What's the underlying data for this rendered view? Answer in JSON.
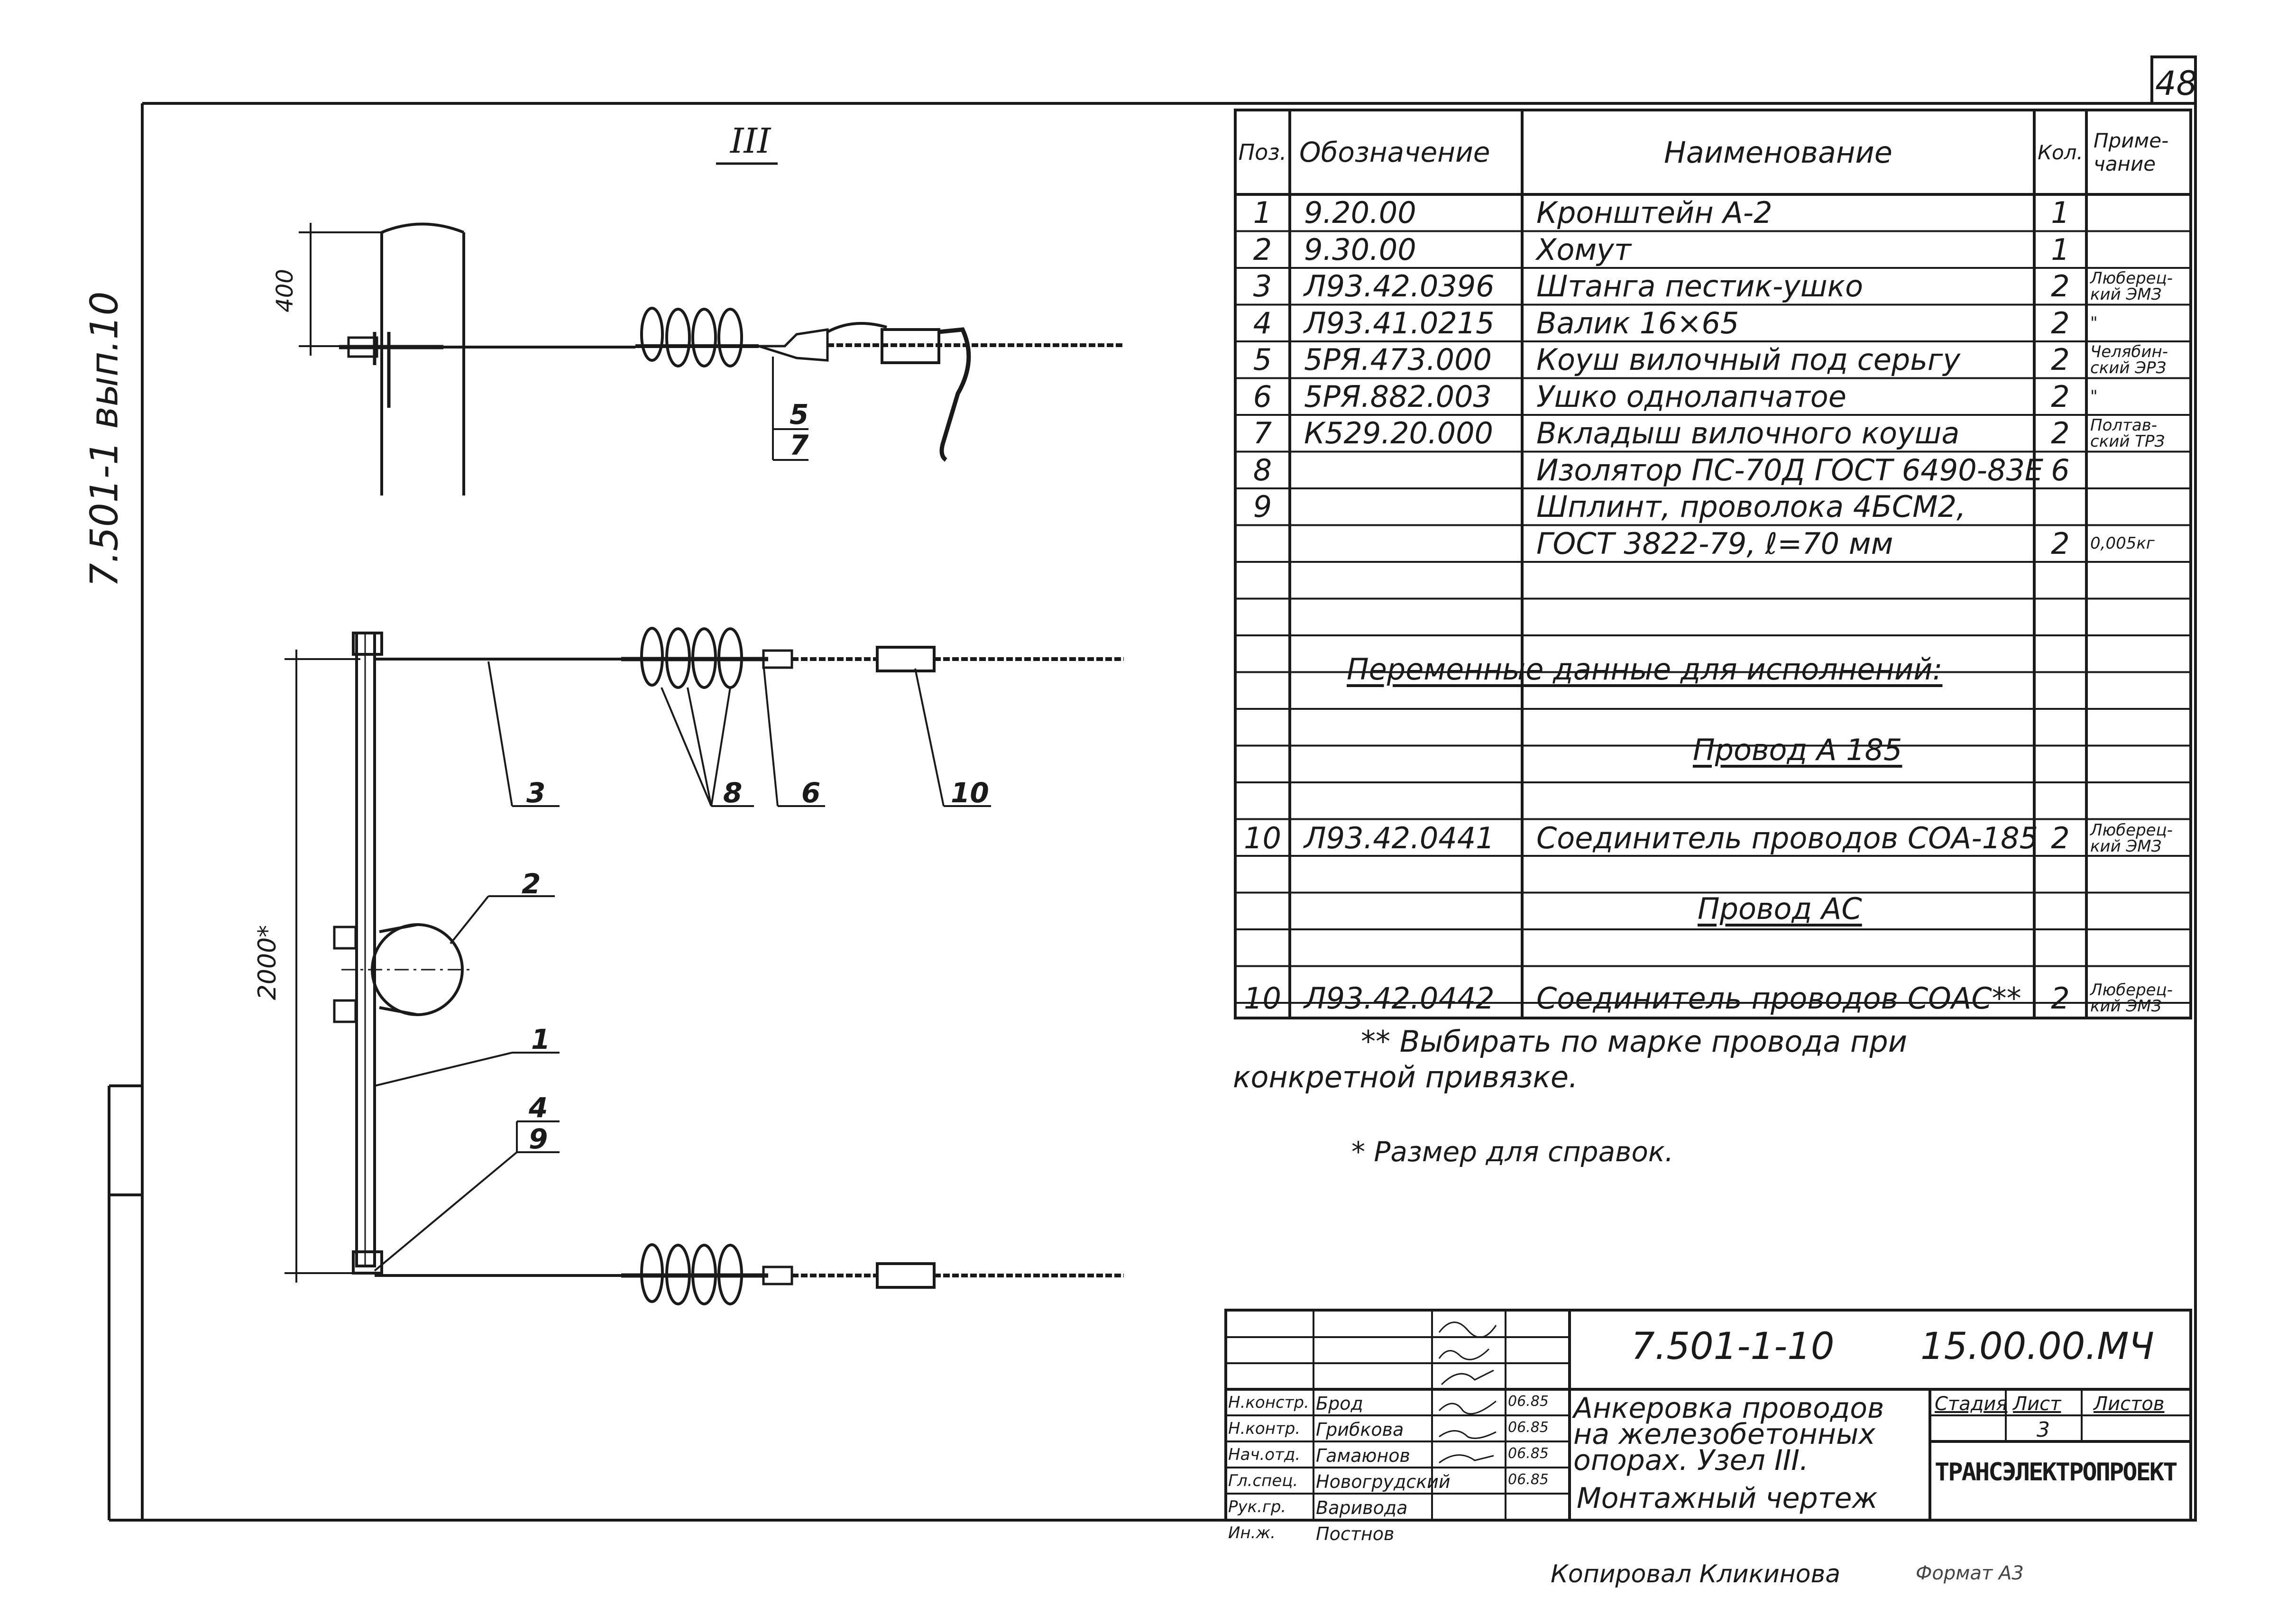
{
  "sheet_corner_number": "48",
  "side_code": "7.501-1 вып.10",
  "node_title": "III",
  "dims": {
    "d400": "400",
    "d2000": "2000*"
  },
  "callouts": {
    "c1": "1",
    "c2": "2",
    "c3": "3",
    "c4": "4",
    "c5": "5",
    "c6": "6",
    "c7": "7",
    "c8": "8",
    "c9": "9",
    "c10": "10"
  },
  "table": {
    "headers": {
      "pos": "Поз.",
      "des": "Обозначение",
      "name": "Наименование",
      "qty": "Кол.",
      "note": "Приме-чание"
    },
    "rows": [
      {
        "pos": "1",
        "des": "9.20.00",
        "name": "Кронштейн А-2",
        "qty": "1",
        "note": ""
      },
      {
        "pos": "2",
        "des": "9.30.00",
        "name": "Хомут",
        "qty": "1",
        "note": ""
      },
      {
        "pos": "3",
        "des": "Л93.42.0396",
        "name": "Штанга пестик-ушко",
        "qty": "2",
        "note": "Люберец-кий ЭМЗ"
      },
      {
        "pos": "4",
        "des": "Л93.41.0215",
        "name": "Валик 16×65",
        "qty": "2",
        "note": "\""
      },
      {
        "pos": "5",
        "des": "5РЯ.473.000",
        "name": "Коуш вилочный под серьгу",
        "qty": "2",
        "note": "Челябин-ский ЭРЗ"
      },
      {
        "pos": "6",
        "des": "5РЯ.882.003",
        "name": "Ушко однолапчатое",
        "qty": "2",
        "note": "\""
      },
      {
        "pos": "7",
        "des": "К529.20.000",
        "name": "Вкладыш вилочного коуша",
        "qty": "2",
        "note": "Полтав-ский ТРЗ"
      },
      {
        "pos": "8",
        "des": "",
        "name": "Изолятор ПС-70Д ГОСТ 6490-83Е",
        "qty": "6",
        "note": ""
      },
      {
        "pos": "9",
        "des": "",
        "name": "Шплинт, проволока 4БСМ2,",
        "qty": "",
        "note": ""
      },
      {
        "pos": "",
        "des": "",
        "name": "ГОСТ 3822-79, ℓ=70 мм",
        "qty": "2",
        "note": "0,005кг"
      }
    ],
    "section_variable": "Переменные данные для исполнений:",
    "section_a185": "Провод А 185",
    "row_a185": {
      "pos": "10",
      "des": "Л93.42.0441",
      "name": "Соединитель проводов СОА-185",
      "qty": "2",
      "note": "Люберец-кий ЭМЗ"
    },
    "section_ac": "Провод АС",
    "row_ac": {
      "pos": "10",
      "des": "Л93.42.0442",
      "name": "Соединитель проводов СОАС**",
      "qty": "2",
      "note": "Люберец-кий ЭМЗ"
    }
  },
  "notes": {
    "n1_line1": "** Выбирать по марке провода при",
    "n1_line2": "конкретной привязке.",
    "n2": "* Размер для справок."
  },
  "stamp": {
    "doc_number": "7.501-1-10",
    "doc_code": "15.00.00.МЧ",
    "title_line1": "Анкеровка проводов",
    "title_line2": "на железобетонных",
    "title_line3": "опорах. Узел III.",
    "doc_type": "Монтажный чертеж",
    "stage_label": "Стадия",
    "sheet_label": "Лист",
    "sheets_label": "Листов",
    "sheet_value": "3",
    "org": "ТРАНСЭЛЕКТРОПРОЕКТ",
    "people": [
      {
        "role": "Н.констр.",
        "name": "Брод",
        "date": "06.85"
      },
      {
        "role": "Н.контр.",
        "name": "Грибкова",
        "date": "06.85"
      },
      {
        "role": "Нач.отд.",
        "name": "Гамаюнов",
        "date": "06.85"
      },
      {
        "role": "Гл.спец.",
        "name": "Новогрудский",
        "date": "06.85"
      },
      {
        "role": "Рук.гр.",
        "name": "Варивода",
        "date": ""
      },
      {
        "role": "Ин.ж.",
        "name": "Постнов",
        "date": ""
      }
    ]
  },
  "footer": {
    "copied": "Копировал Кликинова",
    "format": "Формат А3"
  }
}
